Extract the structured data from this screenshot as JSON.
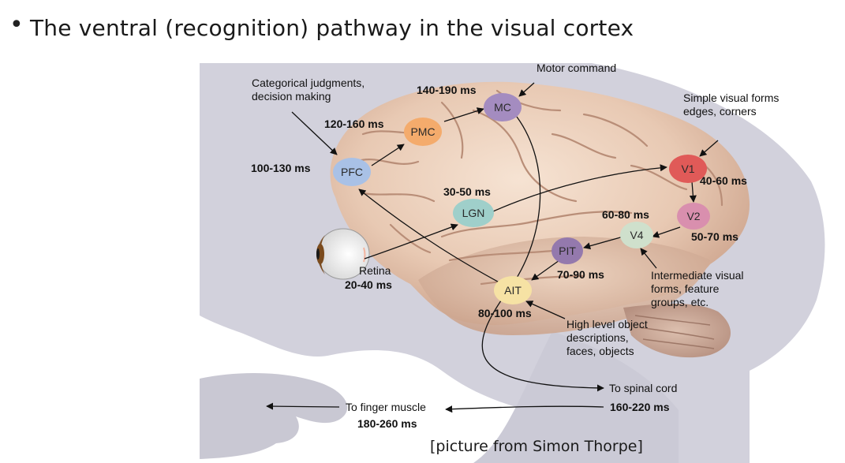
{
  "bullet": "•",
  "title": "The ventral (recognition) pathway in the visual cortex",
  "credit": "[picture from Simon Thorpe]",
  "areas": {
    "pfc": "PFC",
    "pmc": "PMC",
    "mc": "MC",
    "lgn": "LGN",
    "v1": "V1",
    "v2": "V2",
    "v4": "V4",
    "pit": "PIT",
    "ait": "AIT"
  },
  "latencies": {
    "pfc": "100-130 ms",
    "pmc": "120-160 ms",
    "mc": "140-190 ms",
    "lgn": "30-50 ms",
    "v1": "40-60 ms",
    "v2": "50-70 ms",
    "v4": "60-80 ms",
    "pit": "70-90 ms",
    "ait": "80-100 ms",
    "retina": "20-40 ms",
    "spinal": "160-220 ms",
    "finger": "180-260 ms"
  },
  "notes": {
    "motor": "Motor command",
    "categorical": [
      "Categorical judgments,",
      "decision making"
    ],
    "simple": [
      "Simple visual forms",
      "edges, corners"
    ],
    "intermediate": [
      "Intermediate visual",
      "forms, feature",
      "groups, etc."
    ],
    "high": [
      "High level object",
      "descriptions,",
      "faces, objects"
    ],
    "retina": "Retina",
    "spinal": "To spinal cord",
    "finger": "To finger muscle"
  },
  "colors": {
    "pfc": "#a9c1e6",
    "pmc": "#f4ab6c",
    "mc": "#a48cc0",
    "lgn": "#9fcfca",
    "v1": "#e05a58",
    "v2": "#d98fae",
    "v4": "#cfe0cc",
    "pit": "#9479ad",
    "ait": "#f6e2a4"
  }
}
